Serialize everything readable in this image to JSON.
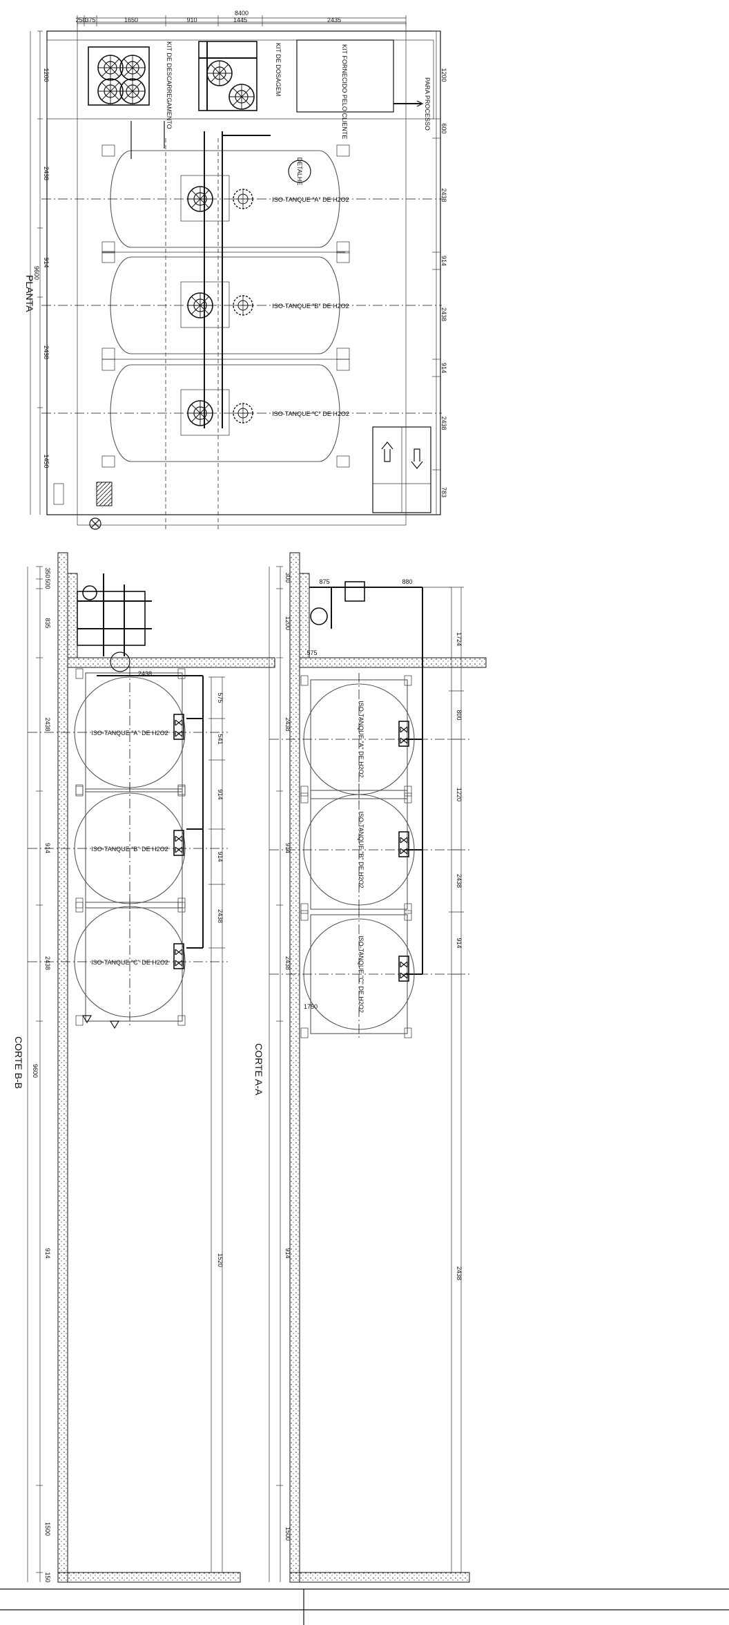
{
  "titles": {
    "planta": "PLANTA",
    "corte_bb": "CORTE B-B",
    "corte_aa": "CORTE A-A"
  },
  "equipment": {
    "kit_descarga": "KIT DE DESCARREGAMENTO",
    "kit_dosagem": "KIT DE DOSAGEM",
    "kit_cliente": "KIT FORNECIDO PELO CLIENTE",
    "para_processo": "PARA PROCESSO",
    "detalhe": "DETALHE"
  },
  "tanks": {
    "plan": [
      "ISO-TANQUE \"A\" DE H2O2",
      "ISO-TANQUE \"B\" DE H2O2",
      "ISO-TANQUE \"C\" DE H2O2"
    ],
    "corte_bb": [
      "ISO-TANQUE \"A\" DE H2O2",
      "ISO-TANQUE \"B\" DE H2O2",
      "ISO-TANQUE \"C\" DE H2O2"
    ],
    "corte_aa": [
      "ISO-TANQUE \"A\" DE H2O2",
      "ISO-TANQUE \"B\" DE H2O2",
      "ISO-TANQUE \"C\" DE H2O2"
    ]
  },
  "dims_plan_top": [
    "250",
    "375",
    "1650",
    "910",
    "1445",
    "2435"
  ],
  "dims_plan_total": "8400",
  "dims_plan_right": [
    "1200",
    "600",
    "2438",
    "914",
    "2438",
    "914",
    "2438",
    "783"
  ],
  "dims_plan_left": [
    "1200",
    "2438",
    "914",
    "2438",
    "1450"
  ],
  "dims_plan_left_total": "9600",
  "dims_bb_left": [
    "350",
    "500",
    "835",
    "2438",
    "914",
    "2438",
    "914",
    "1500",
    "150"
  ],
  "dims_bb_left_total": "9600",
  "dims_bb_right": [
    "575",
    "541",
    "914",
    "914",
    "2438",
    "1520"
  ],
  "dims_aa_left": [
    "300",
    "1200",
    "2438",
    "914",
    "2438",
    "914",
    "1500"
  ],
  "dims_aa_right": [
    "1724",
    "800",
    "1220",
    "2438",
    "914",
    "2438"
  ],
  "dims_misc": [
    "875",
    "880",
    "2438",
    "575",
    "1750"
  ]
}
